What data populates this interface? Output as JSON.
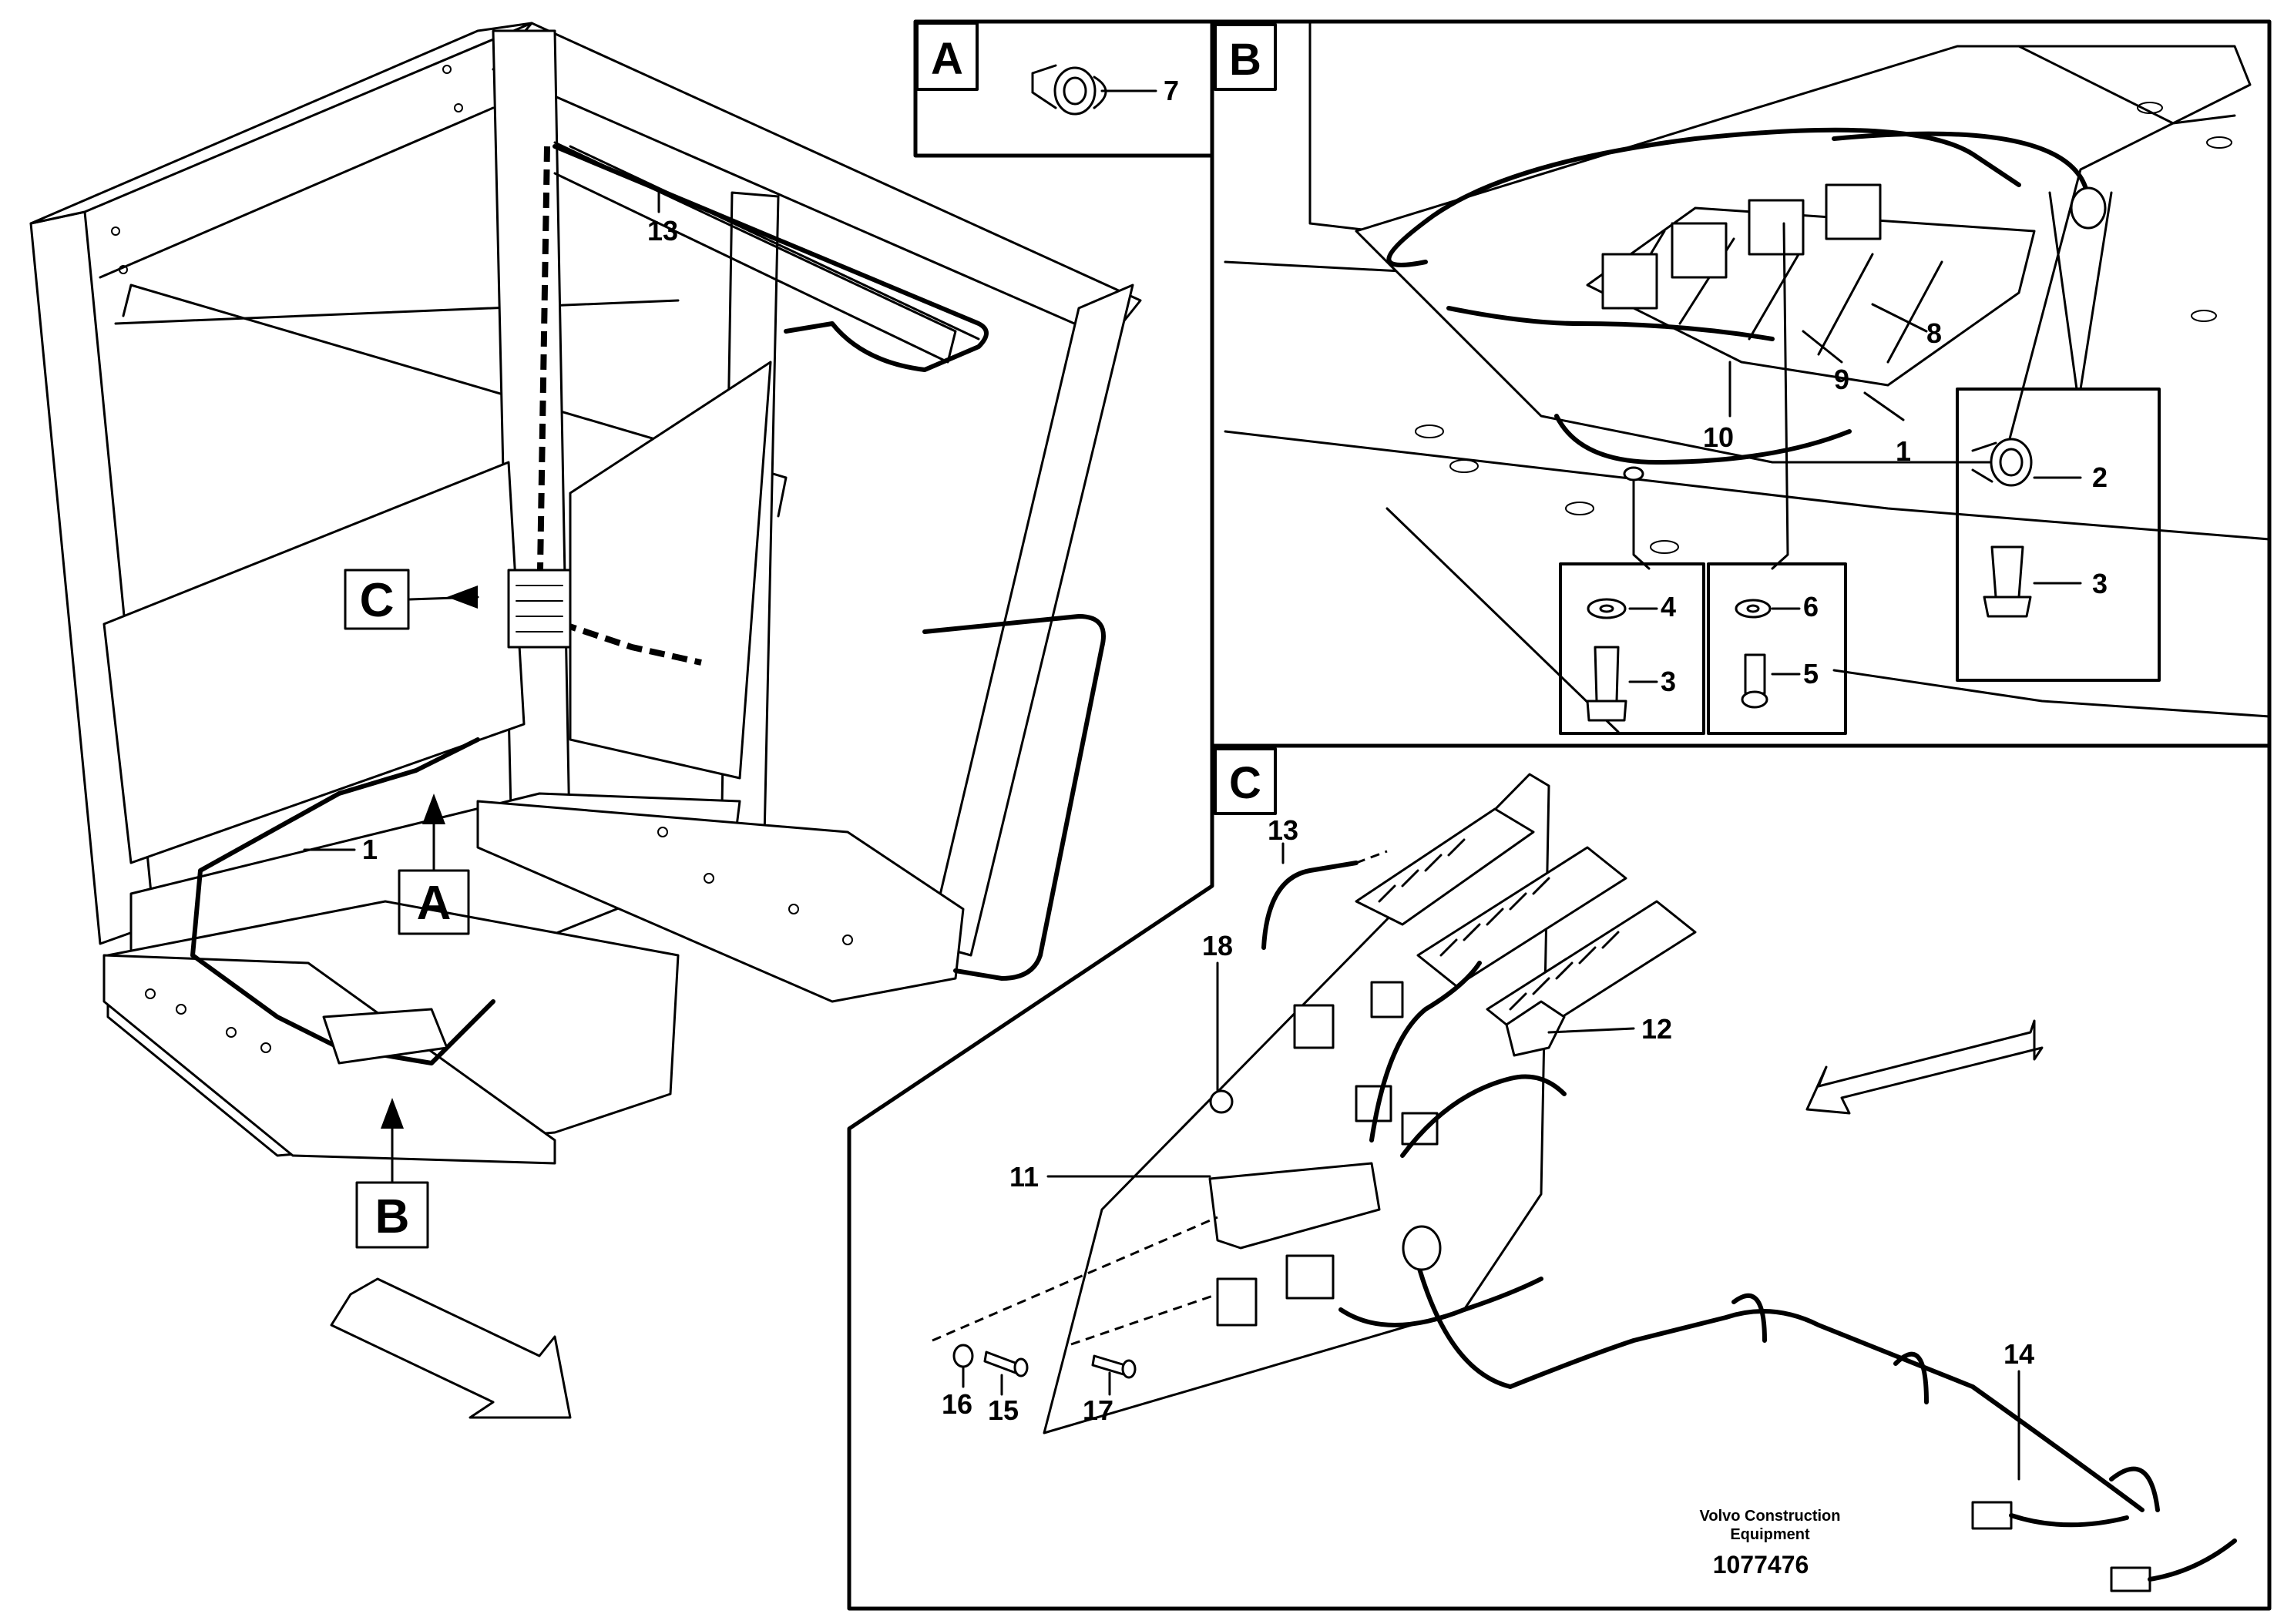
{
  "main_view": {
    "view_labels": {
      "a": "A",
      "b": "B",
      "c": "C"
    },
    "callouts": {
      "harness": "1",
      "cable": "13"
    }
  },
  "detail_a": {
    "label": "A",
    "callouts": [
      "7"
    ]
  },
  "detail_b": {
    "label": "B",
    "callouts": [
      "8",
      "9",
      "10",
      "1",
      "2",
      "3",
      "4",
      "3",
      "6",
      "5"
    ]
  },
  "detail_c": {
    "label": "C",
    "callouts": [
      "13",
      "18",
      "11",
      "12",
      "14",
      "16",
      "15",
      "17"
    ]
  },
  "caption": {
    "line1": "Volvo Construction",
    "line2": "Equipment"
  },
  "document_number": "1077476",
  "colors": {
    "line": "#000000",
    "background": "#ffffff"
  }
}
